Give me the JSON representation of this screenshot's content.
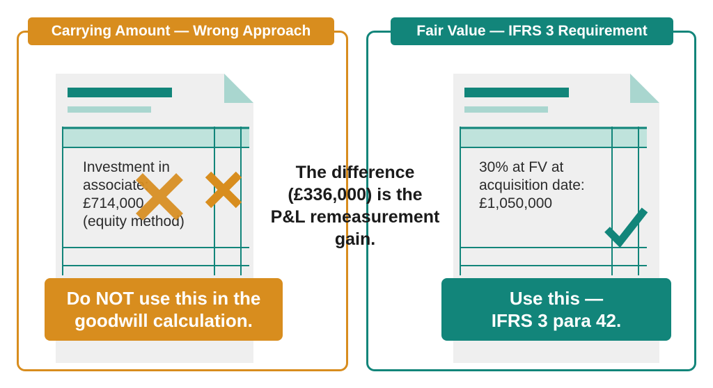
{
  "colors": {
    "orange": "#d88d1e",
    "teal": "#12857a",
    "doc_bg": "#efefef",
    "doc_fold": "#a9d6cf",
    "header_bar": "#bfe3dc"
  },
  "left_panel": {
    "tab_label": "Carrying Amount — Wrong Approach",
    "doc_lines": [
      "Investment in",
      "associate:",
      "£714,000",
      "(equity method)"
    ],
    "callout_lines": [
      "Do NOT use this in the",
      "goodwill calculation."
    ],
    "icons": [
      "cross-icon",
      "cross-icon"
    ]
  },
  "center": {
    "lines": [
      "The difference",
      "(£336,000) is the",
      "P&L remeasurement",
      "gain."
    ]
  },
  "right_panel": {
    "tab_label": "Fair Value — IFRS 3 Requirement",
    "doc_lines": [
      "30% at FV at",
      "acquisition date:",
      "£1,050,000"
    ],
    "callout_lines": [
      "Use this —",
      "IFRS 3 para 42."
    ],
    "icons": [
      "checkmark-icon"
    ]
  }
}
